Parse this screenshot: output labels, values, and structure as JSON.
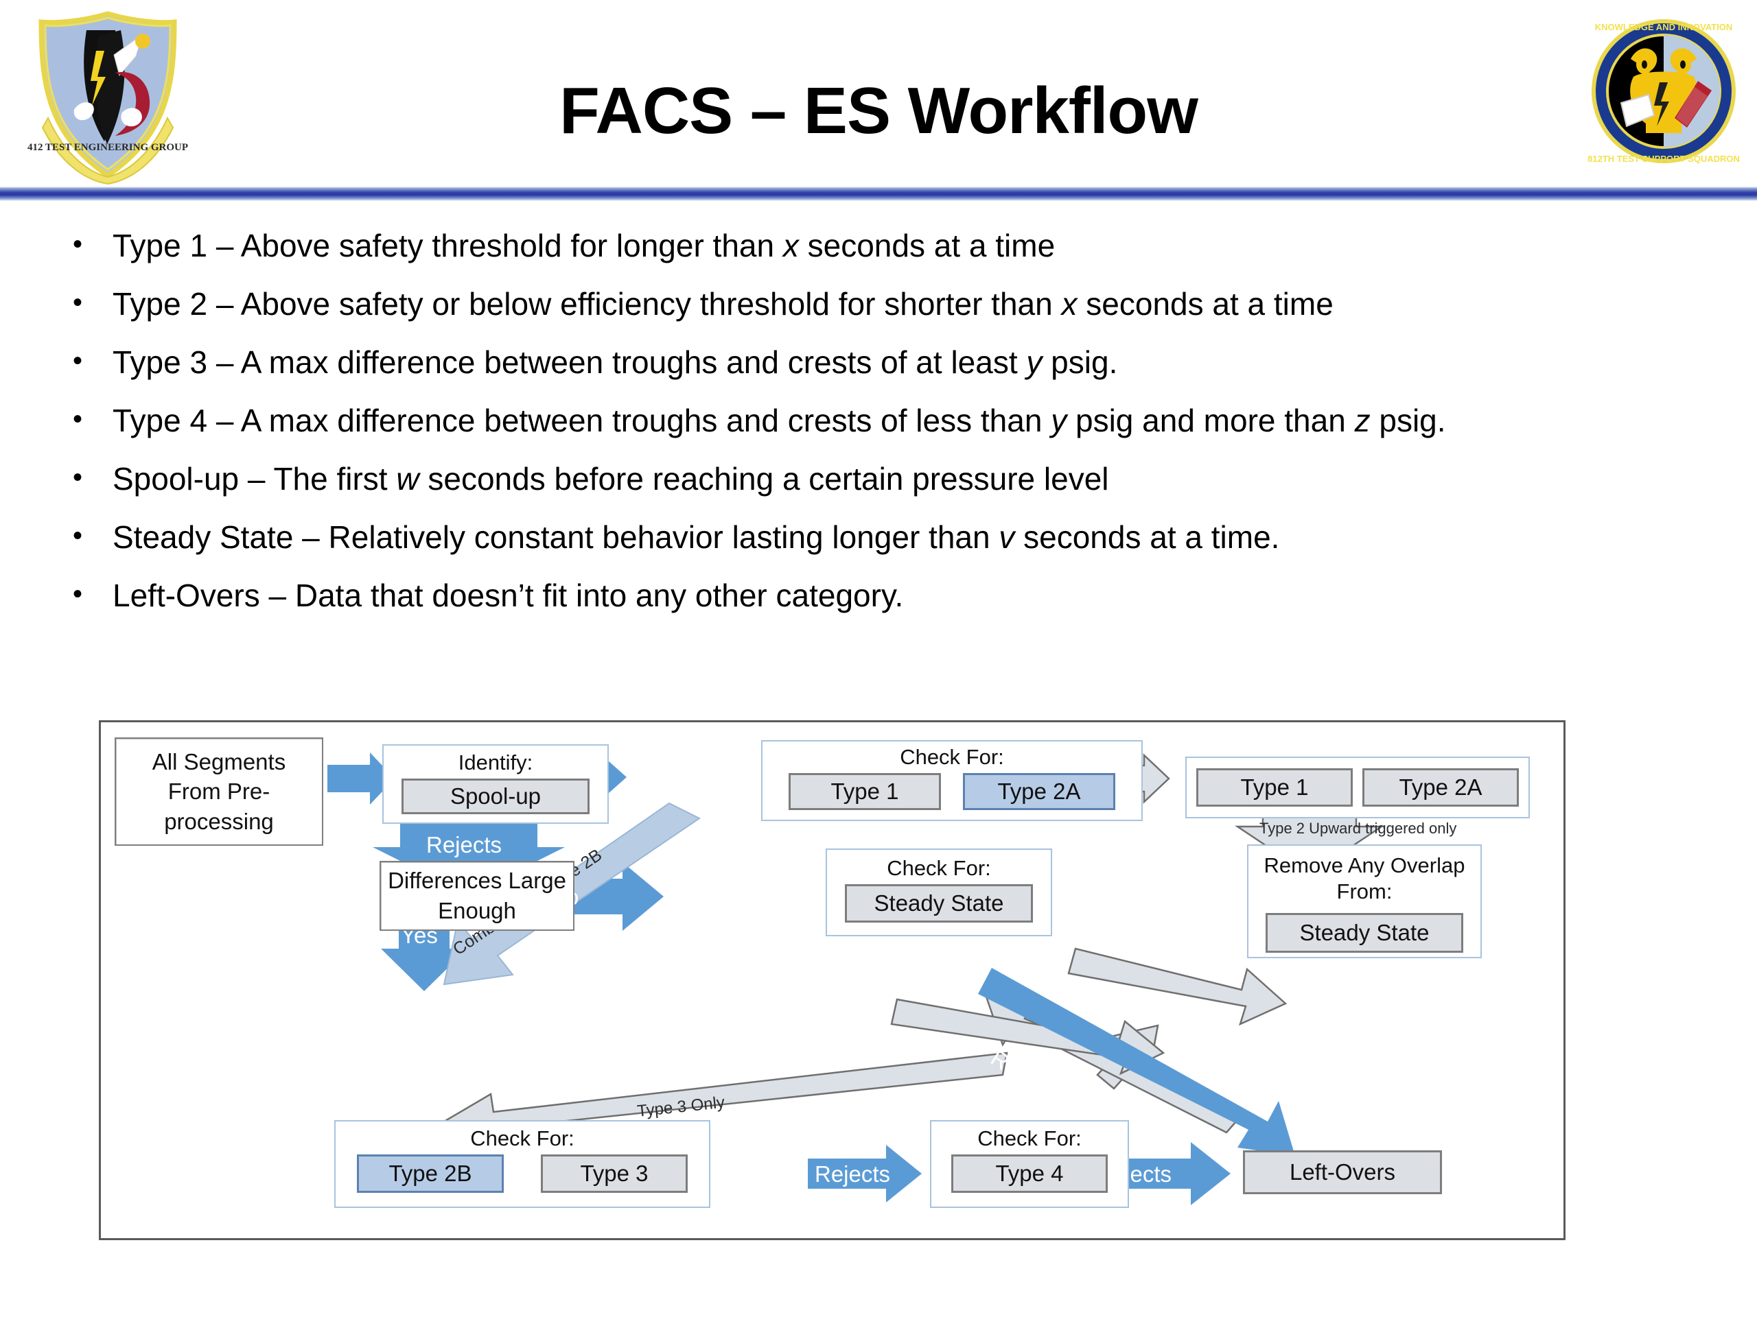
{
  "slide": {
    "title": "FACS – ES Workflow",
    "logos": {
      "left": {
        "name": "412th-test-engineering-group-emblem",
        "caption": "412  TEST ENGINEERING GROUP"
      },
      "right": {
        "name": "812th-test-support-squadron-emblem",
        "caption_top": "KNOWLEDGE AND INNOVATION",
        "caption_bottom": "812TH TEST SUPPORT SQUADRON"
      }
    },
    "accent_color": "#2b3aa3"
  },
  "bullets": [
    {
      "lead": "Type 1 – Above safety threshold for longer than ",
      "em": "x",
      "tail": " seconds at a time"
    },
    {
      "lead": "Type 2 – Above safety or below efficiency threshold for shorter than ",
      "em": "x",
      "tail": " seconds at a time"
    },
    {
      "lead": "Type 3 – A max difference between troughs and crests of at least ",
      "em": "y",
      "tail": " psig."
    },
    {
      "lead": "Type 4 – A max difference between troughs and crests of less than ",
      "em": "y",
      "tail": " psig and more than ",
      "em2": "z",
      "tail2": " psig."
    },
    {
      "lead": "Spool-up – The first ",
      "em": "w",
      "tail": " seconds before reaching a certain pressure level"
    },
    {
      "lead": "Steady State – Relatively constant behavior lasting longer than ",
      "em": "v",
      "tail": " seconds at a time."
    },
    {
      "lead": "Left-Overs – Data that doesn’t fit into any other category.",
      "em": "",
      "tail": ""
    }
  ],
  "diagram": {
    "nodes": {
      "all_segments": {
        "text": "All Segments From Pre-processing"
      },
      "identify": {
        "title": "Identify:",
        "chips": [
          "Spool-up"
        ]
      },
      "check_type1_2a": {
        "title": "Check For:",
        "chips": [
          "Type 1",
          "Type 2A"
        ],
        "highlight": "Type 2A"
      },
      "result_type1_2a": {
        "title": "",
        "chips": [
          "Type 1",
          "Type 2A"
        ]
      },
      "differences": {
        "text": "Differences Large Enough"
      },
      "check_steady": {
        "title": "Check For:",
        "chips": [
          "Steady State"
        ]
      },
      "remove_overlap": {
        "title": "Remove Any Overlap From:",
        "chips": [
          "Steady State"
        ]
      },
      "check_2b_3": {
        "title": "Check For:",
        "chips": [
          "Type 2B",
          "Type 3"
        ],
        "highlight": "Type 2B"
      },
      "check_type4": {
        "title": "Check For:",
        "chips": [
          "Type 4"
        ]
      },
      "left_overs": {
        "chips": [
          "Left-Overs"
        ]
      }
    },
    "arrows": {
      "seg_to_identify": "",
      "identify_to_check1": "Rejects",
      "check1_to_result": "",
      "identify_down": "Rejects",
      "type2_upward": "Type 2 Upward triggered only",
      "diff_no": "No",
      "diff_yes": "Yes",
      "combine_2b": "Combine With Type 2B",
      "type3_only": "Type 3 Only",
      "rejects_to_type4": "Rejects",
      "rejects_to_leftovers": "Rejects",
      "rejects_diagonal": "Rejects"
    },
    "colors": {
      "arrow_blue": "#5b9bd5",
      "arrow_gray_fill": "#dce1e7",
      "arrow_gray_stroke": "#6f6f6f",
      "arrow_lightblue": "#b8cde4",
      "chip_gray": "#dcdfe4",
      "chip_blue": "#b6cbe6",
      "group_border": "#a8c3de"
    }
  }
}
